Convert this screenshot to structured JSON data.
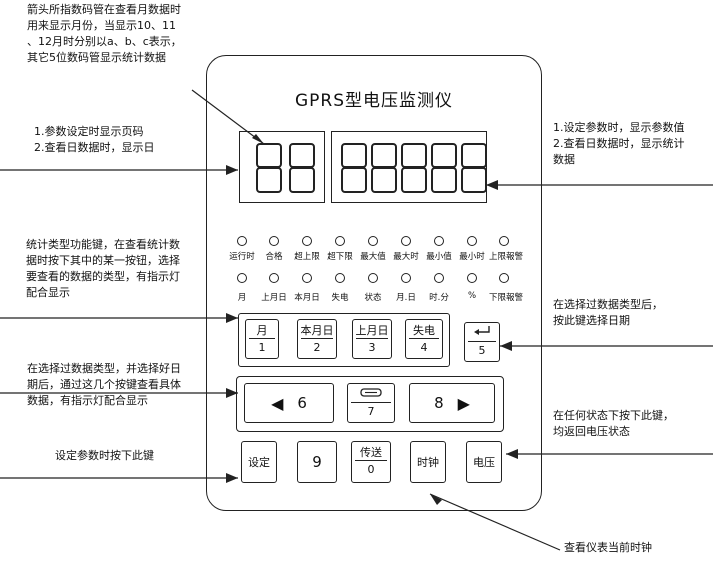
{
  "device": {
    "title": "GPRS型电压监测仪"
  },
  "annotations": {
    "month_digit": [
      "箭头所指数码管在查看月数据时",
      "用来显示月份，当显示10、11",
      "、12月时分别以a、b、c表示，",
      "其它5位数码管显示统计数据"
    ],
    "page_code": [
      "1.参数设定时显示页码",
      "2.查看日数据时，显示日"
    ],
    "param_value": [
      "1.设定参数时，显示参数值",
      "2.查看日数据时，显示统计",
      "数据"
    ],
    "stat_type_keys": [
      "统计类型功能键，在查看统计数",
      "据时按下其中的某一按钮，选择",
      "要查看的数据的类型，有指示灯",
      "配合显示"
    ],
    "date_select": [
      "在选择过数据类型后，",
      "按此键选择日期"
    ],
    "browse_keys": [
      "在选择过数据类型，并选择好日",
      "期后，通过这几个按键查看具体",
      "数据，有指示灯配合显示"
    ],
    "voltage_return": [
      "在任何状态下按下此键，",
      "均返回电压状态"
    ],
    "set_key": "设定参数时按下此键",
    "clock_key": "查看仪表当前时钟"
  },
  "indicators_row1": [
    "运行时",
    "合格",
    "超上限",
    "超下限",
    "最大值",
    "最大时",
    "最小值",
    "最小时",
    "上限報警"
  ],
  "indicators_row2": [
    "月",
    "上月日",
    "本月日",
    "失电",
    "状态",
    "月.日",
    "时.分",
    "%",
    "下限報警"
  ],
  "keys": {
    "k1": {
      "top": "月",
      "bottom": "1"
    },
    "k2": {
      "top": "本月日",
      "bottom": "2"
    },
    "k3": {
      "top": "上月日",
      "bottom": "3"
    },
    "k4": {
      "top": "失电",
      "bottom": "4"
    },
    "k5": {
      "top": "",
      "bottom": "5"
    },
    "k6": "6",
    "k7": {
      "bottom": "7"
    },
    "k8": "8",
    "set": "设定",
    "k9": "9",
    "k0": {
      "top": "传送",
      "bottom": "0"
    },
    "clock": "时钟",
    "voltage": "电压"
  }
}
